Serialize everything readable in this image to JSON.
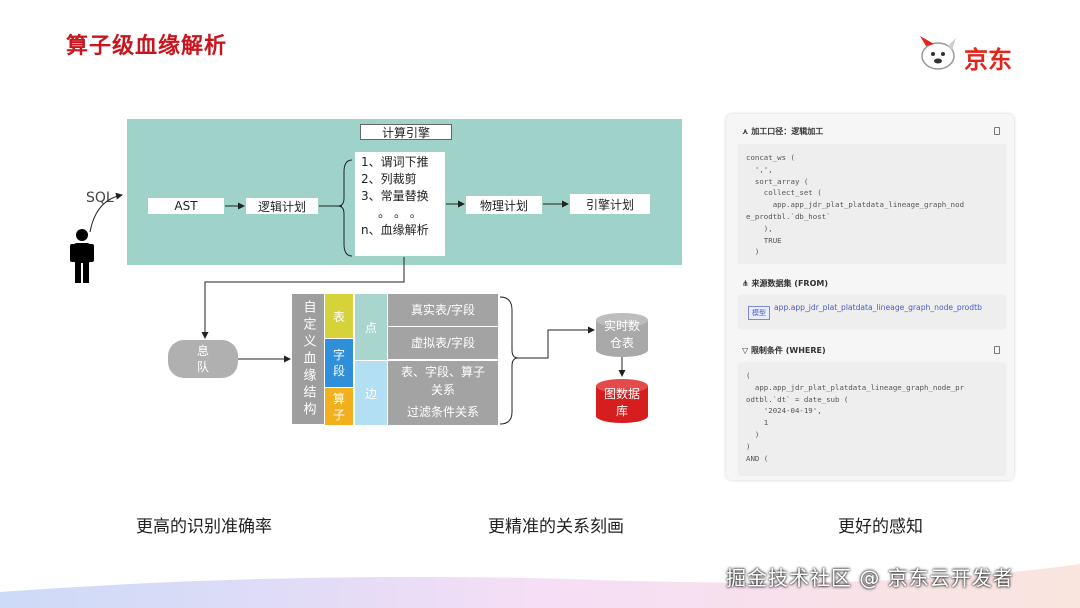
{
  "slide": {
    "title": "算子级血缘解析",
    "logo_text": "京东",
    "footer": "掘金技术社区 @ 京东云开发者"
  },
  "engine": {
    "label": "计算引擎",
    "sql_label": "SQL",
    "ast": "AST",
    "logic_plan": "逻辑计划",
    "rules": [
      "1、谓词下推",
      "2、列裁剪",
      "3、常量替换",
      "。 。 。",
      "n、血缘解析"
    ],
    "physical_plan": "物理计划",
    "engine_plan": "引擎计划"
  },
  "queue": {
    "label": "息队"
  },
  "structure": {
    "custom": "自定义血缘结构",
    "table": "表",
    "field": "字段",
    "operator": "算子",
    "node": "点",
    "edge": "边",
    "rows": [
      "真实表/字段",
      "虚拟表/字段",
      "表、字段、算子关系",
      "过滤条件关系"
    ]
  },
  "warehouse": "实时数仓表",
  "graph_db": "图数据库",
  "captions": [
    "更高的识别准确率",
    "更精准的关系刻画",
    "更好的感知"
  ],
  "card": {
    "section1": "加工口径：逻辑加工",
    "code1": "concat_ws (\n  ',',\n  sort_array (\n    collect_set (\n      app.app_jdr_plat_platdata_lineage_graph_nod\ne_prodtbl.`db_host`\n    ),\n    TRUE\n  )",
    "section2": "来源数据集 (FROM)",
    "source_tag": "模型",
    "source_link": "app.app_jdr_plat_platdata_lineage_graph_node_prodtb",
    "section3": "限制条件 (WHERE)",
    "code2": "(\n  app.app_jdr_plat_platdata_lineage_graph_node_pr\nodtbl.`dt` = date_sub (\n    '2024-04-19',\n    1\n  )\n)\nAND ("
  },
  "colors": {
    "title": "#c9151e",
    "engine_bg": "#9fd2c9",
    "table": "#d6d23a",
    "field": "#2f8fd8",
    "operator": "#f2b01e",
    "graph_db": "#d71e1e",
    "warehouse": "#a9a9a9"
  }
}
